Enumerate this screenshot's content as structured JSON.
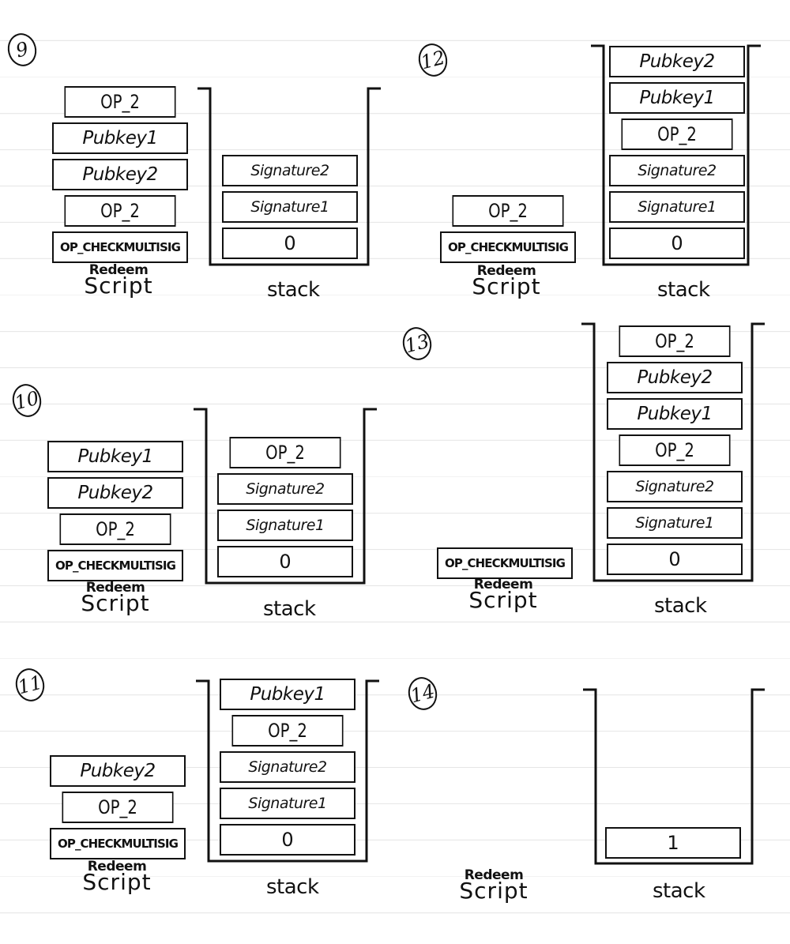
{
  "labels": {
    "redeem_small": "Redeem",
    "redeem_big": "Script",
    "stack": "stack"
  },
  "colors": {
    "ink": "#111111",
    "rule_line": "#e6e6e6",
    "paper": "#ffffff"
  },
  "panels": [
    {
      "step": "9",
      "redeem_script": [
        "OP_2",
        "Pubkey1",
        "Pubkey2",
        "OP_2",
        "OP_CHECKMULTISIG"
      ],
      "stack": [
        "Signature2",
        "Signature1",
        "0"
      ]
    },
    {
      "step": "10",
      "redeem_script": [
        "Pubkey1",
        "Pubkey2",
        "OP_2",
        "OP_CHECKMULTISIG"
      ],
      "stack": [
        "OP_2",
        "Signature2",
        "Signature1",
        "0"
      ]
    },
    {
      "step": "11",
      "redeem_script": [
        "Pubkey2",
        "OP_2",
        "OP_CHECKMULTISIG"
      ],
      "stack": [
        "Pubkey1",
        "OP_2",
        "Signature2",
        "Signature1",
        "0"
      ]
    },
    {
      "step": "12",
      "redeem_script": [
        "OP_2",
        "OP_CHECKMULTISIG"
      ],
      "stack": [
        "Pubkey2",
        "Pubkey1",
        "OP_2",
        "Signature2",
        "Signature1",
        "0"
      ]
    },
    {
      "step": "13",
      "redeem_script": [
        "OP_CHECKMULTISIG"
      ],
      "stack": [
        "OP_2",
        "Pubkey2",
        "Pubkey1",
        "OP_2",
        "Signature2",
        "Signature1",
        "0"
      ]
    },
    {
      "step": "14",
      "redeem_script": [],
      "stack": [
        "1"
      ]
    }
  ]
}
